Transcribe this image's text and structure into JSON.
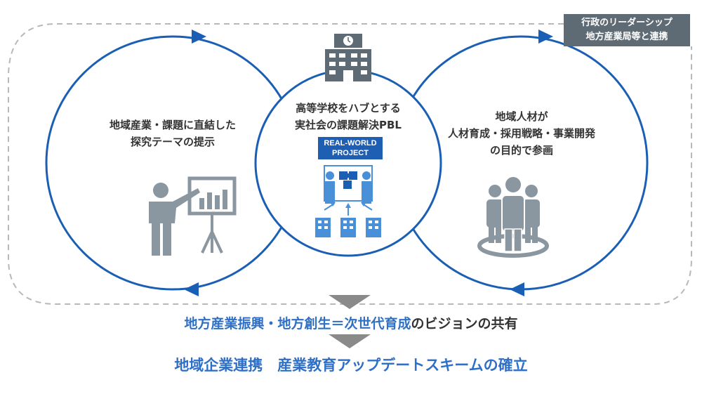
{
  "badge": {
    "line1": "行政のリーダーシップ",
    "line2": "地方産業局等と連携"
  },
  "left_circle": {
    "line1": "地域産業・課題に直結した",
    "line2": "探究テーマの提示"
  },
  "center_circle": {
    "line1": "高等学校をハブとする",
    "line2": "実社会の課題解決PBL",
    "badge_line1": "REAL-WORLD",
    "badge_line2": "PROJECT"
  },
  "right_circle": {
    "line1": "地域人材が",
    "line2": "人材育成・採用戦略・事業開発",
    "line3": "の目的で参画"
  },
  "vision": {
    "highlight": "地方産業振興・地方創生＝次世代育成",
    "rest": "のビジョンの共有"
  },
  "conclusion": "地域企業連携　産業教育アップデートスキームの確立",
  "colors": {
    "accent_blue": "#1a5fb4",
    "gray_icon": "#8a96a0",
    "badge_gray": "#5f6b74",
    "light_blue": "#4a90d9"
  }
}
